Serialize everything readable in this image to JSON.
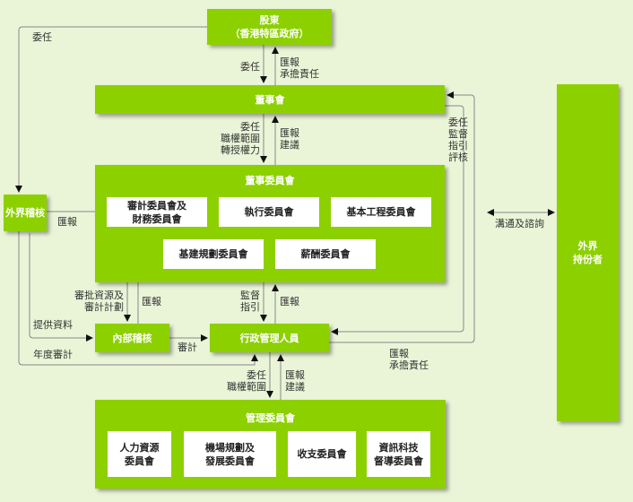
{
  "nodes": {
    "shareholder": "股東\n（香港特區政府）",
    "board": "董事會",
    "board_committees": {
      "title": "董事委員會",
      "items": [
        "審計委員會及\n財務委員會",
        "執行委員會",
        "基本工程委員會",
        "基建規劃委員會",
        "薪酬委員會"
      ]
    },
    "external_audit": "外界稽核",
    "internal_audit": "內部稽核",
    "executive_management": "行政管理人員",
    "management_committee": {
      "title": "管理委員會",
      "items": [
        "人力資源\n委員會",
        "機場規劃及\n發展委員會",
        "收支委員會",
        "資訊科技\n督導委員會"
      ]
    },
    "external_stakeholders": "外界\n持份者"
  },
  "labels": {
    "appoint_ext_audit": "委任",
    "sh_to_board": "委任",
    "board_to_sh": "匯報\n承擔責任",
    "board_to_comm": "委任\n職權範圍\n轉授權力",
    "comm_to_board": "匯報\n建議",
    "exec_board_side": "委任\n監督\n指引\n評核",
    "ext_audit_report": "匯報",
    "comm_to_ia": "審批資源及\n審計計劃",
    "ia_to_comm": "匯報",
    "comm_to_exec": "監督\n指引",
    "exec_to_comm": "匯報",
    "provide_info": "提供資料",
    "annual_audit": "年度審計",
    "ia_audit": "審計",
    "exec_report_board": "匯報\n承擔責任",
    "stakeholder_comm": "溝通及諮詢",
    "exec_to_mc": "委任\n職權範圍",
    "mc_to_exec": "匯報\n建議"
  },
  "colors": {
    "background": "#eaf5d8",
    "box": "#8dd000",
    "line": "#888888",
    "arrow": "#111111"
  }
}
